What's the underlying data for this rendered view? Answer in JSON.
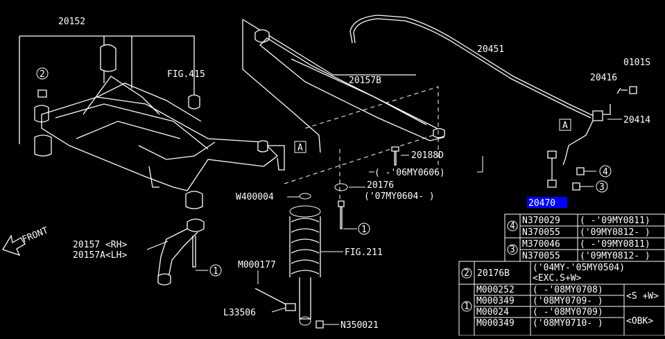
{
  "callouts": {
    "p20152": "20152",
    "fig415": "FIG.415",
    "p20157b": "20157B",
    "p20451": "20451",
    "p0101s": "0101S",
    "p20416": "20416",
    "p20414": "20414",
    "p20188d": "20188D",
    "mY0606": "( -'06MY0606)",
    "p20176": "20176",
    "mY0604": "('07MY0604- )",
    "w400004": "W400004",
    "fig211": "FIG.211",
    "m000177": "M000177",
    "l33506": "L33506",
    "n350021": "N350021",
    "p20157rh": "20157 <RH>",
    "p20157alh": "20157A<LH>",
    "front": "FRONT",
    "p20470": "20470",
    "ref_a": "A",
    "circ1": "1",
    "circ2": "2",
    "circ3": "3",
    "circ4": "4"
  },
  "table_upper": {
    "rows": [
      {
        "num": "4",
        "part": "N370029",
        "range": "( -'09MY0811)"
      },
      {
        "num": "",
        "part": "N370055",
        "range": "('09MY0812- )"
      },
      {
        "num": "3",
        "part": "M370046",
        "range": "( -'09MY0811)"
      },
      {
        "num": "",
        "part": "N370055",
        "range": "('09MY0812- )"
      }
    ]
  },
  "table_lower": {
    "head_num": "2",
    "head_part": "20176B",
    "head_range1": "('04MY-'05MY0504)",
    "head_range2": "<EXC.S+W>",
    "num": "1",
    "rows": [
      {
        "part": "M000252",
        "range": "( -'08MY0708)"
      },
      {
        "part": "M000349",
        "range": "('08MY0709- )"
      },
      {
        "part": "M00024",
        "range": "( -'08MY0709)"
      },
      {
        "part": "M000349",
        "range": "('08MY0710- )"
      }
    ],
    "group1": "<S +W>",
    "group2": "<OBK>"
  },
  "colors": {
    "background": "#000000",
    "lines": "#ffffff",
    "highlight": "#0000ff"
  }
}
